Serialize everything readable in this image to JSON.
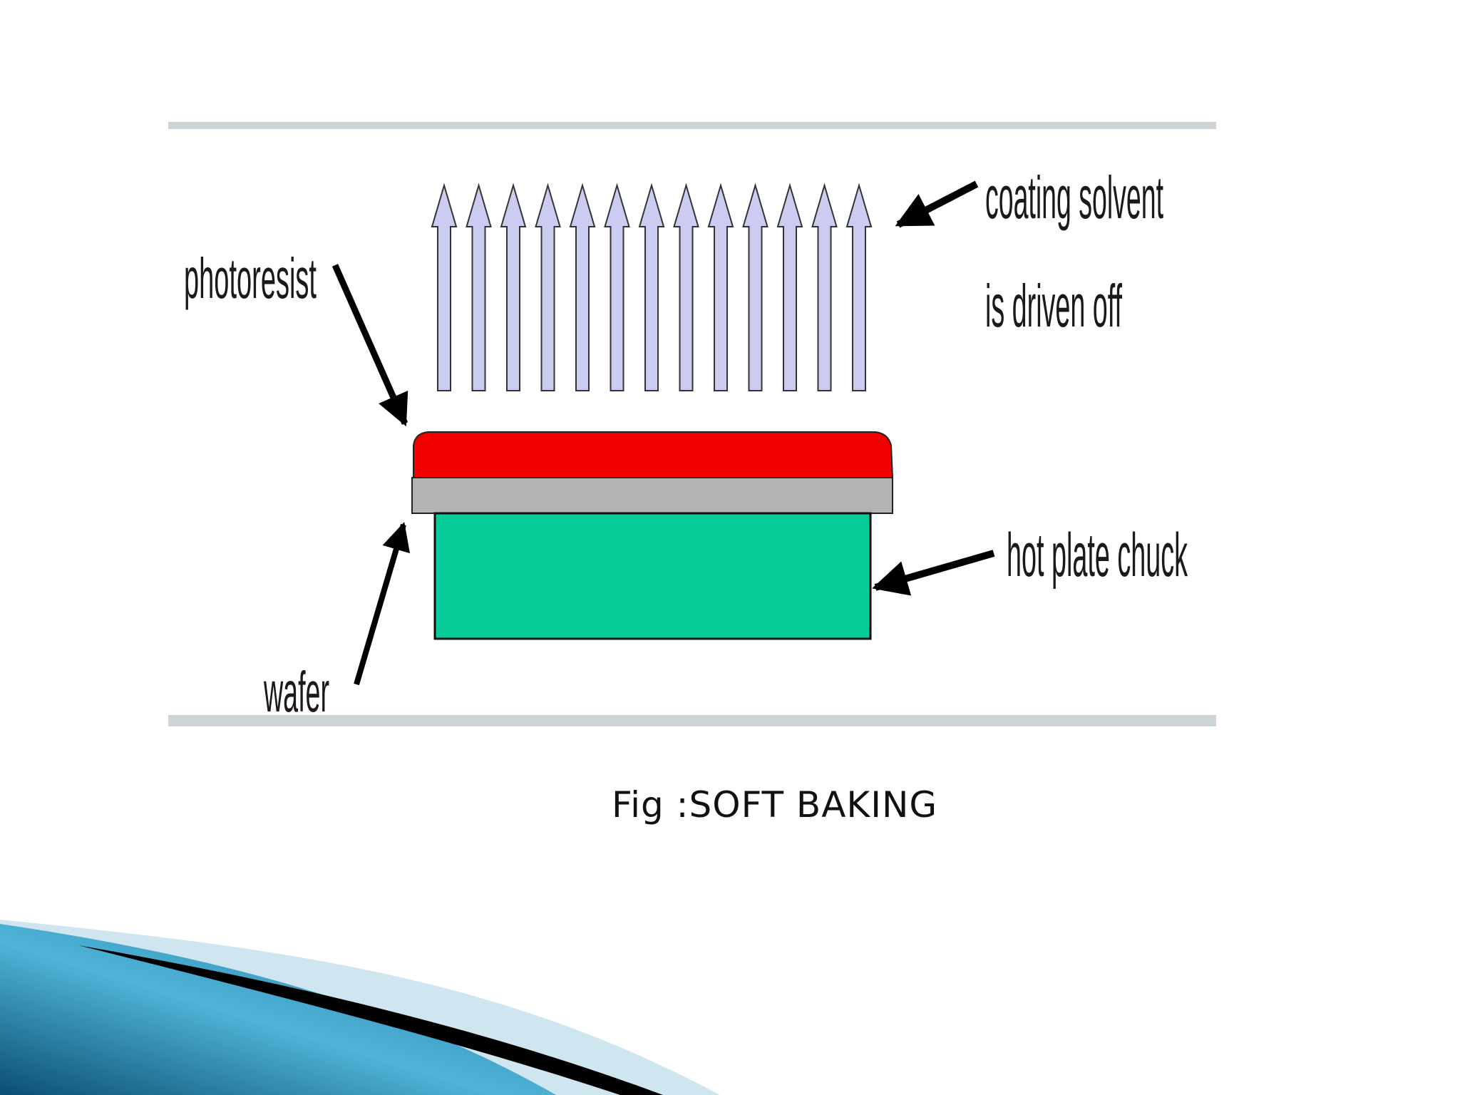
{
  "diagram": {
    "labels": {
      "photoresist": "photoresist",
      "coating_solvent_line1": "coating solvent",
      "coating_solvent_line2": "is driven off",
      "hot_plate_chuck": "hot plate chuck",
      "wafer": "wafer"
    },
    "colors": {
      "photoresist": "#f20000",
      "wafer": "#b3b3b3",
      "hot_plate_chuck": "#05cc99",
      "solvent_arrows": "#ccccf2",
      "frame_lines": "#cdd5d9",
      "pointer_arrows": "#000000"
    },
    "solvent_arrow_count": 13
  },
  "caption": {
    "text": "Fig :SOFT BAKING"
  },
  "decor": {
    "colors": {
      "swoosh_dark": "#0b4f73",
      "swoosh_light": "#4fb4d8",
      "swoosh_pale": "#cfe6f0",
      "swoosh_black": "#000000"
    }
  }
}
